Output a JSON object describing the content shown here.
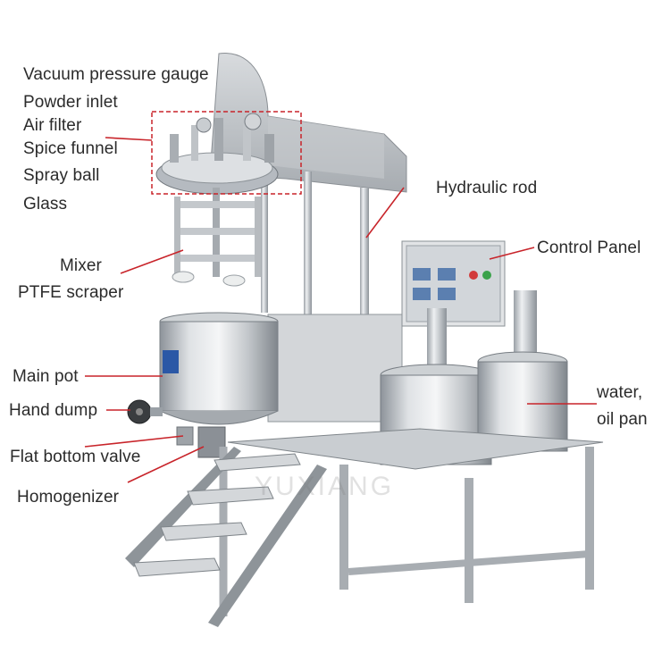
{
  "labels": {
    "vacuum_pressure_gauge": "Vacuum pressure gauge",
    "powder_inlet": "Powder inlet",
    "air_filter": "Air filter",
    "spice_funnel": "Spice funnel",
    "spray_ball": "Spray ball",
    "glass": "Glass",
    "hydraulic_rod": "Hydraulic rod",
    "control_panel": "Control Panel",
    "mixer": "Mixer",
    "ptfe_scraper": "PTFE scraper",
    "main_pot": "Main pot",
    "hand_dump": "Hand dump",
    "flat_bottom_valve": "Flat bottom valve",
    "homogenizer": "Homogenizer",
    "water_oil_pan_line1": "water,",
    "water_oil_pan_line2": "oil pan"
  },
  "watermark": "YUXIANG",
  "colors": {
    "label_text": "#2b2b2b",
    "leader_line": "#c8242a",
    "callout_box": "#c8242a",
    "steel_light": "#e4e6e8",
    "steel_mid": "#b9bdc2",
    "steel_dark": "#7f858b"
  }
}
